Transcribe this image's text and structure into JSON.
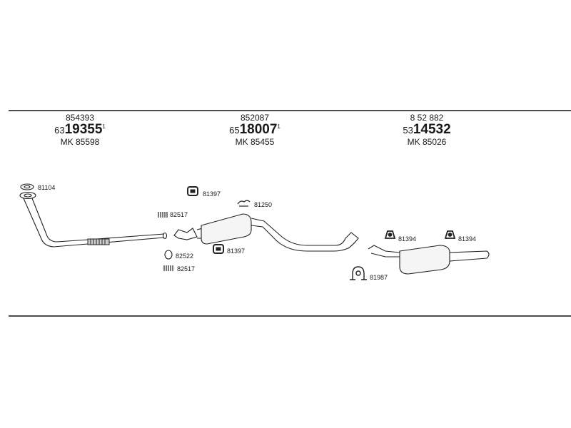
{
  "groups": [
    {
      "code": "854393",
      "prefix": "63",
      "part": "19355",
      "mark": "1",
      "mk": "MK  85598"
    },
    {
      "code": "852087",
      "prefix": "65",
      "part": "18007",
      "mark": "1",
      "mk": "MK  85455"
    },
    {
      "code": "8 52 882",
      "prefix": "53",
      "part": "14532",
      "mark": "",
      "mk": "MK  85026"
    }
  ],
  "callouts": {
    "c81104": "81104",
    "c82517a": "82517",
    "c82522": "82522",
    "c82517b": "82517",
    "c81397a": "81397",
    "c81397b": "81397",
    "c81250": "81250",
    "c81394a": "81394",
    "c81394b": "81394",
    "c81987": "81987"
  }
}
